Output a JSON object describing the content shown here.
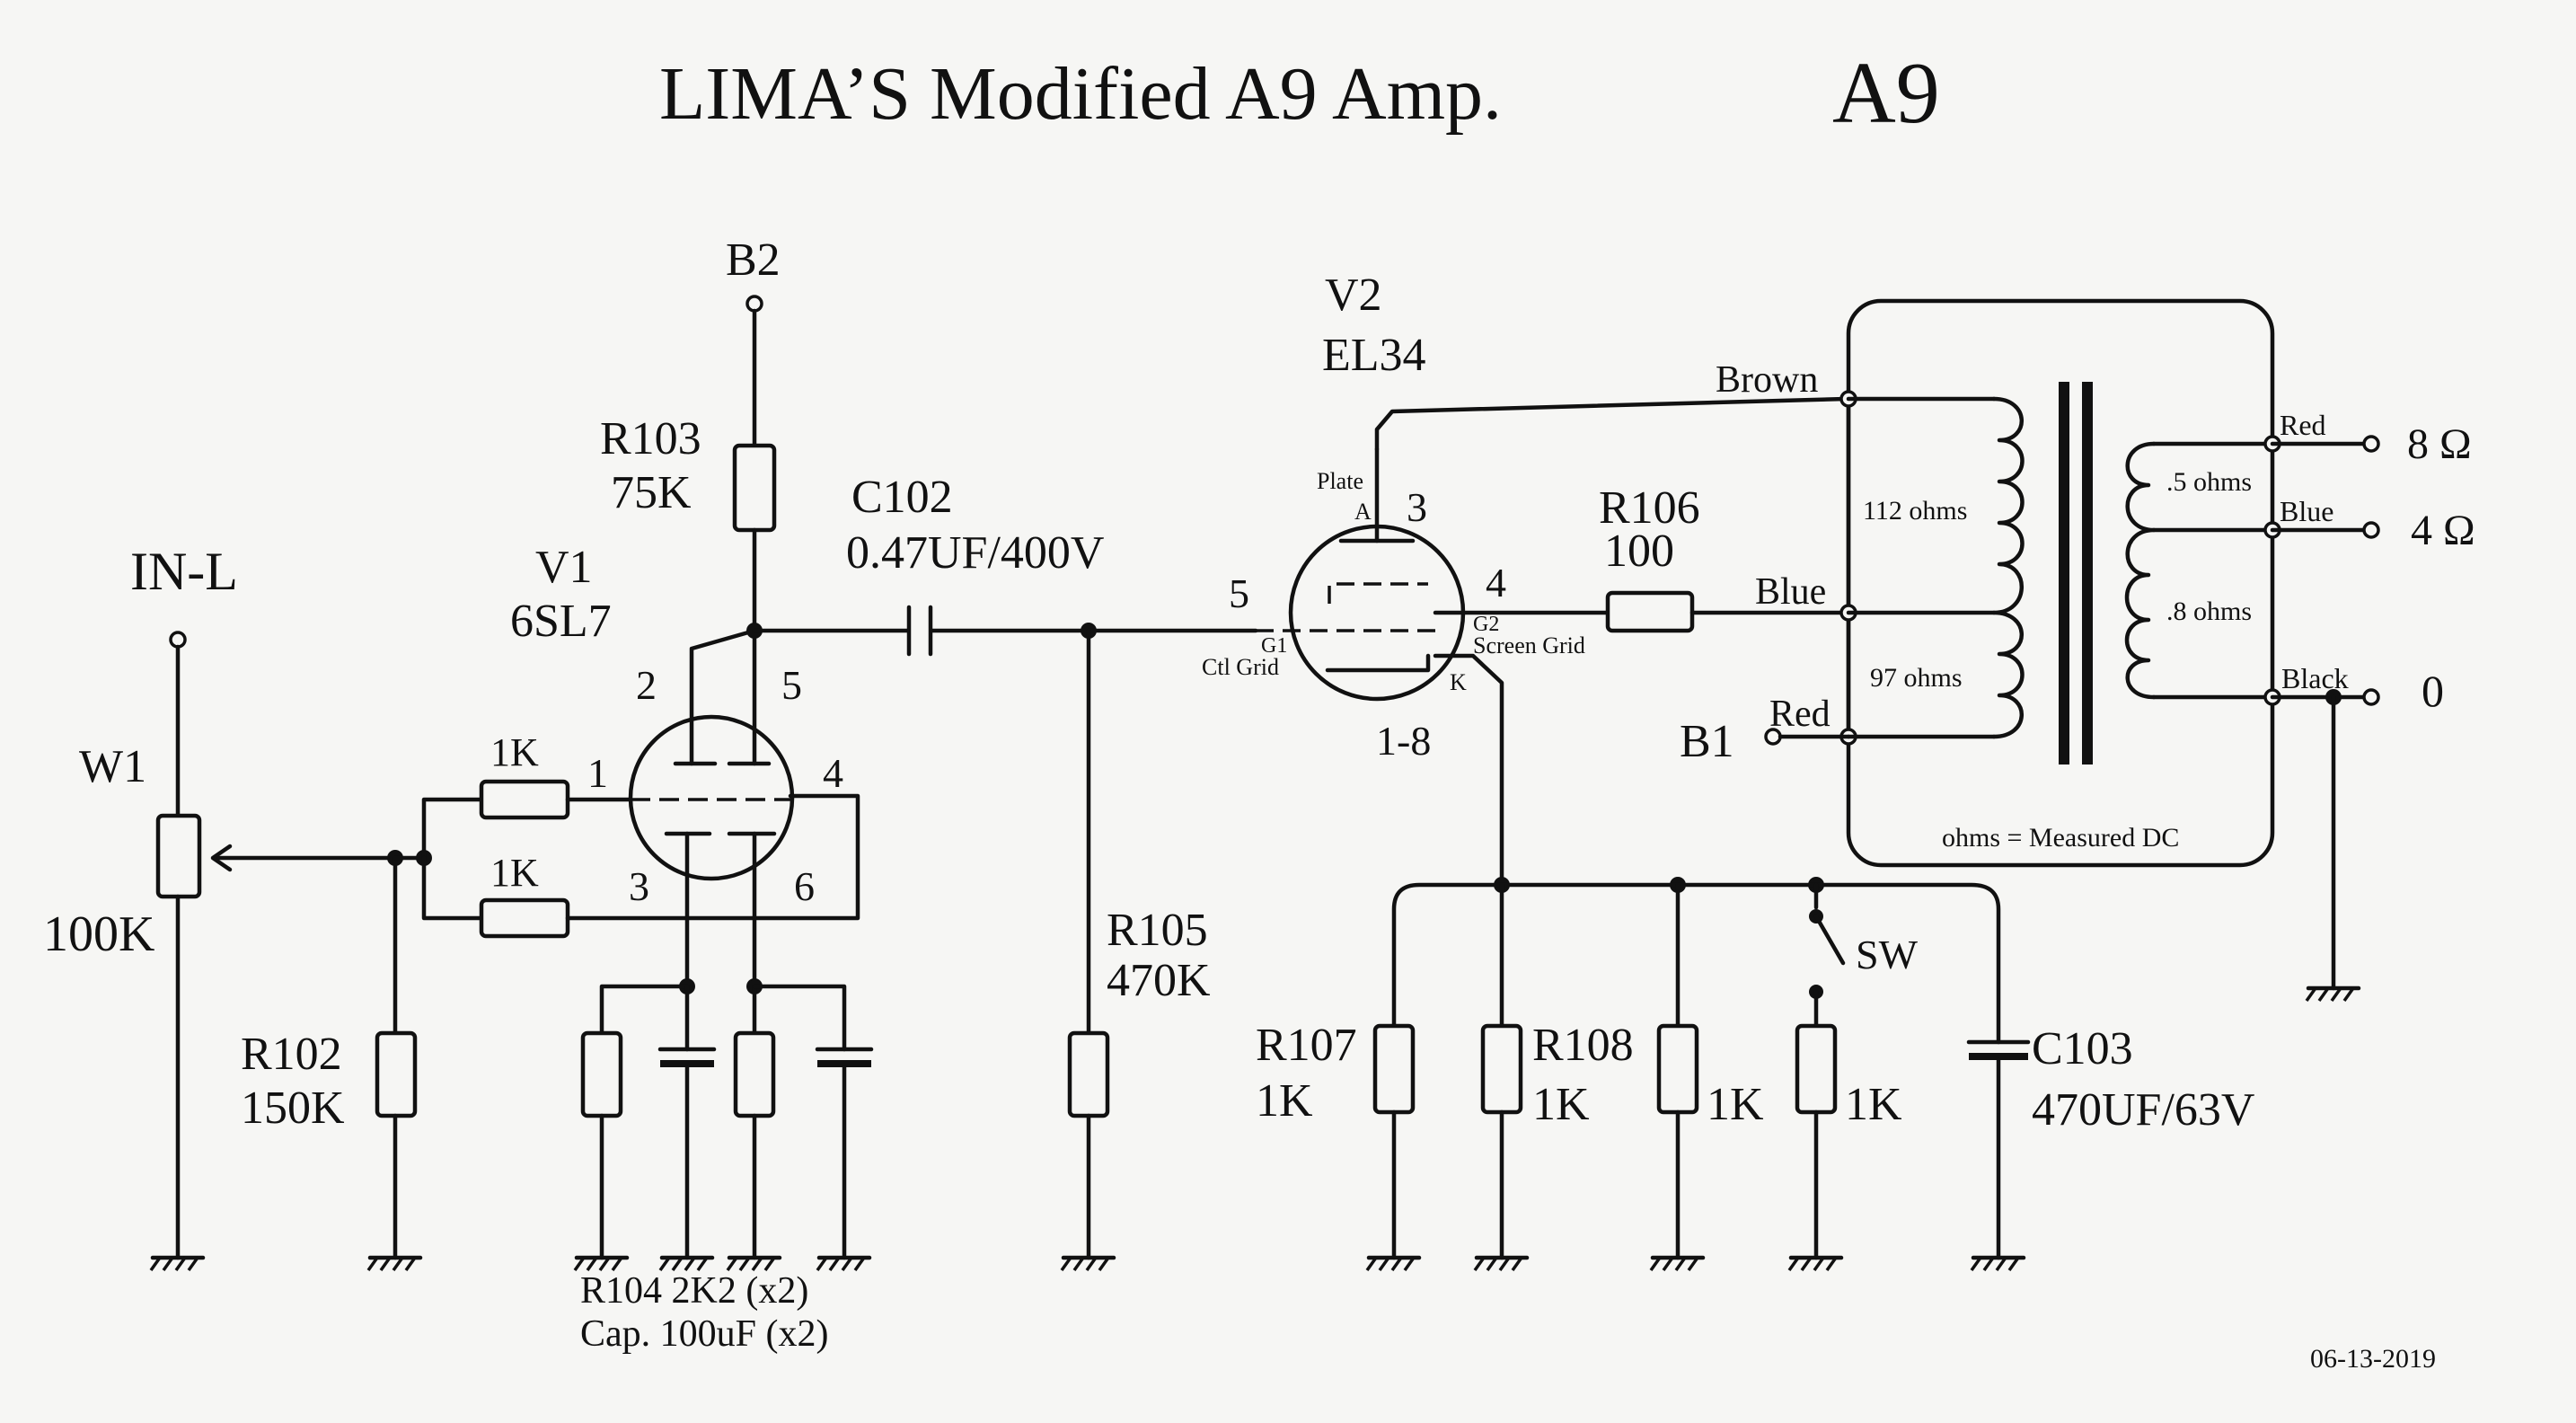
{
  "title": "LIMA’S Modified A9 Amp.",
  "title_tag": "A9",
  "date": "06-13-2019",
  "nodes": {
    "b2": "B2",
    "b1": "B1",
    "input": "IN-L"
  },
  "components": {
    "w1": {
      "ref": "W1",
      "value": "100K"
    },
    "r102": {
      "ref": "R102",
      "value": "150K"
    },
    "r103": {
      "ref": "R103",
      "value": "75K"
    },
    "v1": {
      "ref": "V1",
      "type": "6SL7",
      "pins": [
        "2",
        "5",
        "1",
        "4",
        "3",
        "6"
      ]
    },
    "grid_resistor_a": "1K",
    "grid_resistor_b": "1K",
    "c102": {
      "ref": "C102",
      "value": "0.47UF/400V"
    },
    "r105": {
      "ref": "R105",
      "value": "470K"
    },
    "cathode_note_1": "R104 2K2 (x2)",
    "cathode_note_2": "Cap. 100uF (x2)",
    "v2": {
      "ref": "V2",
      "type": "EL34",
      "pin_plate": "3",
      "pin_grid": "5",
      "pin_screen": "4",
      "pin_cathode": "1-8",
      "label_plate": "Plate",
      "label_a": "A",
      "label_g1": "G1",
      "label_ctl": "Ctl Grid",
      "label_g2": "G2",
      "label_screen": "Screen Grid",
      "label_k": "K"
    },
    "r106": {
      "ref": "R106",
      "value": "100"
    },
    "r107": {
      "ref": "R107",
      "value": "1K"
    },
    "r108": {
      "ref": "R108",
      "value": "1K"
    },
    "r_extra": {
      "value": "1K"
    },
    "r_sw": {
      "value": "1K"
    },
    "sw": {
      "ref": "SW"
    },
    "c103": {
      "ref": "C103",
      "value": "470UF/63V"
    }
  },
  "transformer": {
    "primary_top": "Brown",
    "primary_tap": "Blue",
    "primary_bottom": "Red",
    "winding_1": "112 ohms",
    "winding_2": "97 ohms",
    "sec_1": ".5 ohms",
    "sec_2": ".8 ohms",
    "sec_red": "Red",
    "sec_blue": "Blue",
    "sec_black": "Black",
    "out_8": "8 Ω",
    "out_4": "4 Ω",
    "out_0": "0",
    "note": "ohms = Measured DC"
  }
}
